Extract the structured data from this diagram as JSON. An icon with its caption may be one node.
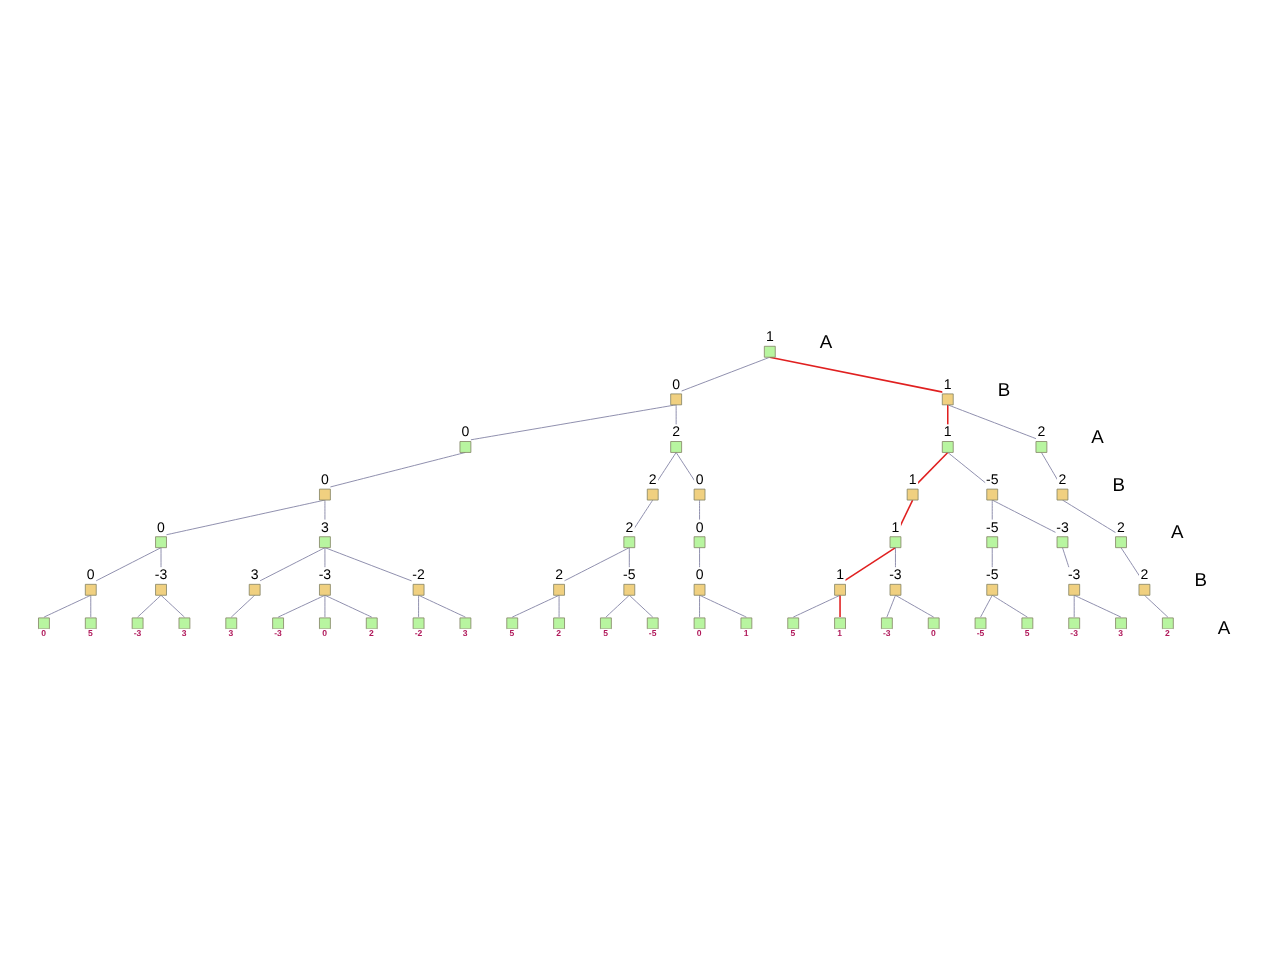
{
  "diagram": {
    "nodes": [
      {
        "text": [
          "1"
        ]
      },
      {
        "text": [
          "0"
        ]
      },
      {
        "text": [
          "1"
        ]
      },
      {
        "text": [
          "0"
        ]
      },
      {
        "text": [
          "2"
        ]
      },
      {
        "text": [
          "1"
        ]
      },
      {
        "text": [
          "2"
        ]
      },
      {
        "text": [
          "0"
        ]
      },
      {
        "text": [
          "2"
        ]
      },
      {
        "text": [
          "0"
        ]
      },
      {
        "text": [
          "1"
        ]
      },
      {
        "text": [
          "-5"
        ]
      },
      {
        "text": [
          "2"
        ]
      },
      {
        "text": [
          "0"
        ]
      },
      {
        "text": [
          "3"
        ]
      },
      {
        "text": [
          "2"
        ]
      },
      {
        "text": [
          "0"
        ]
      },
      {
        "text": [
          "1"
        ]
      },
      {
        "text": [
          "-5"
        ]
      },
      {
        "text": [
          "-3"
        ]
      },
      {
        "text": [
          "2"
        ]
      },
      {
        "text": [
          "0"
        ]
      },
      {
        "text": [
          "-3"
        ]
      },
      {
        "text": [
          "3"
        ]
      },
      {
        "text": [
          "-3"
        ]
      },
      {
        "text": [
          "-2"
        ]
      },
      {
        "text": [
          "2"
        ]
      },
      {
        "text": [
          "-5"
        ]
      },
      {
        "text": [
          "0"
        ]
      },
      {
        "text": [
          "1"
        ]
      },
      {
        "text": [
          "-3"
        ]
      },
      {
        "text": [
          "-5"
        ]
      },
      {
        "text": [
          "-3"
        ]
      },
      {
        "text": [
          "2"
        ]
      },
      {
        "text": [
          "0"
        ]
      },
      {
        "text": [
          "5"
        ]
      },
      {
        "text": [
          "-3"
        ]
      },
      {
        "text": [
          "3"
        ]
      },
      {
        "text": [
          "3"
        ]
      },
      {
        "text": [
          "-3"
        ]
      },
      {
        "text": [
          "0"
        ]
      },
      {
        "text": [
          "2"
        ]
      },
      {
        "text": [
          "-2"
        ]
      },
      {
        "text": [
          "3"
        ]
      },
      {
        "text": [
          "5"
        ]
      },
      {
        "text": [
          "2"
        ]
      },
      {
        "text": [
          "5"
        ]
      },
      {
        "text": [
          "-5"
        ]
      },
      {
        "text": [
          "0"
        ]
      },
      {
        "text": [
          "1"
        ]
      },
      {
        "text": [
          "5"
        ]
      },
      {
        "text": [
          "1"
        ]
      },
      {
        "text": [
          "-3"
        ]
      },
      {
        "text": [
          "0"
        ]
      },
      {
        "text": [
          "-5"
        ]
      },
      {
        "text": [
          "5"
        ]
      },
      {
        "text": [
          "-3"
        ]
      },
      {
        "text": [
          "3"
        ]
      },
      {
        "text": [
          "2"
        ]
      }
    ],
    "edges": [
      {
        "from": 0,
        "to": 1,
        "arrow": "none"
      },
      {
        "from": 0,
        "to": 2,
        "arrow": "none",
        "color": "#e02020"
      },
      {
        "from": 1,
        "to": 3,
        "arrow": "none"
      },
      {
        "from": 1,
        "to": 4,
        "arrow": "none"
      },
      {
        "from": 2,
        "to": 5,
        "arrow": "none",
        "color": "#e02020"
      },
      {
        "from": 2,
        "to": 6,
        "arrow": "none"
      },
      {
        "from": 3,
        "to": 7,
        "arrow": "none"
      },
      {
        "from": 4,
        "to": 8,
        "arrow": "none"
      },
      {
        "from": 4,
        "to": 9,
        "arrow": "none"
      },
      {
        "from": 5,
        "to": 10,
        "arrow": "none",
        "color": "#e02020"
      },
      {
        "from": 5,
        "to": 11,
        "arrow": "none"
      },
      {
        "from": 6,
        "to": 12,
        "arrow": "none"
      },
      {
        "from": 7,
        "to": 13,
        "arrow": "none"
      },
      {
        "from": 7,
        "to": 14,
        "arrow": "none"
      },
      {
        "from": 8,
        "to": 15,
        "arrow": "none"
      },
      {
        "from": 9,
        "to": 16,
        "arrow": "none"
      },
      {
        "from": 10,
        "to": 17,
        "arrow": "none",
        "color": "#e02020"
      },
      {
        "from": 11,
        "to": 18,
        "arrow": "none"
      },
      {
        "from": 11,
        "to": 19,
        "arrow": "none"
      },
      {
        "from": 12,
        "to": 20,
        "arrow": "none"
      },
      {
        "from": 13,
        "to": 21,
        "arrow": "none"
      },
      {
        "from": 13,
        "to": 22,
        "arrow": "none"
      },
      {
        "from": 14,
        "to": 23,
        "arrow": "none"
      },
      {
        "from": 14,
        "to": 24,
        "arrow": "none"
      },
      {
        "from": 14,
        "to": 25,
        "arrow": "none"
      },
      {
        "from": 15,
        "to": 26,
        "arrow": "none"
      },
      {
        "from": 15,
        "to": 27,
        "arrow": "none"
      },
      {
        "from": 16,
        "to": 28,
        "arrow": "none"
      },
      {
        "from": 17,
        "to": 29,
        "arrow": "none",
        "color": "#e02020"
      },
      {
        "from": 17,
        "to": 30,
        "arrow": "none"
      },
      {
        "from": 18,
        "to": 31,
        "arrow": "none"
      },
      {
        "from": 19,
        "to": 32,
        "arrow": "none"
      },
      {
        "from": 20,
        "to": 33,
        "arrow": "none"
      },
      {
        "from": 21,
        "to": 34,
        "arrow": "none"
      },
      {
        "from": 21,
        "to": 35,
        "arrow": "none"
      },
      {
        "from": 22,
        "to": 36,
        "arrow": "none"
      },
      {
        "from": 22,
        "to": 37,
        "arrow": "none"
      },
      {
        "from": 23,
        "to": 38,
        "arrow": "none"
      },
      {
        "from": 24,
        "to": 39,
        "arrow": "none"
      },
      {
        "from": 24,
        "to": 40,
        "arrow": "none"
      },
      {
        "from": 24,
        "to": 41,
        "arrow": "none"
      },
      {
        "from": 25,
        "to": 42,
        "arrow": "none"
      },
      {
        "from": 25,
        "to": 43,
        "arrow": "none"
      },
      {
        "from": 26,
        "to": 44,
        "arrow": "none"
      },
      {
        "from": 26,
        "to": 45,
        "arrow": "none"
      },
      {
        "from": 27,
        "to": 46,
        "arrow": "none"
      },
      {
        "from": 27,
        "to": 47,
        "arrow": "none"
      },
      {
        "from": 28,
        "to": 48,
        "arrow": "none"
      },
      {
        "from": 28,
        "to": 49,
        "arrow": "none"
      },
      {
        "from": 29,
        "to": 50,
        "arrow": "none"
      },
      {
        "from": 29,
        "to": 51,
        "arrow": "none",
        "color": "#e02020"
      },
      {
        "from": 30,
        "to": 52,
        "arrow": "none"
      },
      {
        "from": 30,
        "to": 53,
        "arrow": "none"
      },
      {
        "from": 31,
        "to": 54,
        "arrow": "none"
      },
      {
        "from": 31,
        "to": 55,
        "arrow": "none"
      },
      {
        "from": 32,
        "to": 56,
        "arrow": "none"
      },
      {
        "from": 32,
        "to": 57,
        "arrow": "none"
      },
      {
        "from": 33,
        "to": 58,
        "arrow": "none"
      }
    ],
    "labels": [
      "A",
      "B",
      "A",
      "B",
      "A",
      "B",
      "A"
    ]
  }
}
